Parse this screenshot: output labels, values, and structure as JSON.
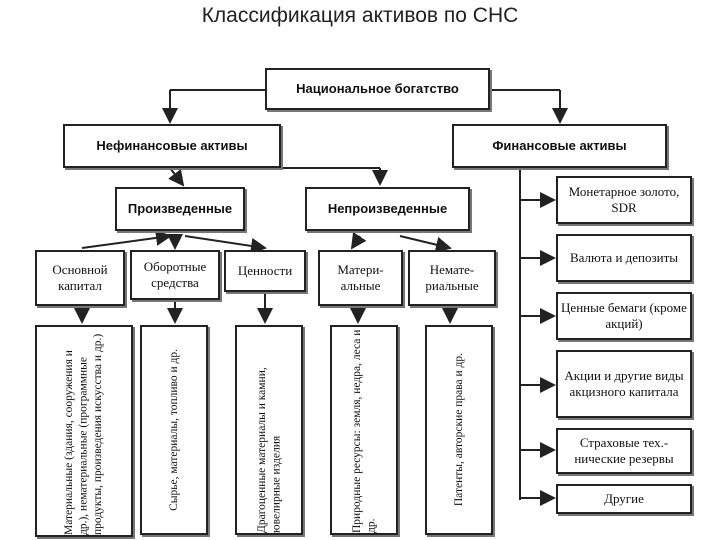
{
  "title": "Классификация активов по СНС",
  "nodes": {
    "national_wealth": "Национальное богатство",
    "nonfinancial": "Нефинансовые активы",
    "financial": "Финансовые активы",
    "produced": "Произведенные",
    "nonproduced": "Непроизведенные",
    "fixed_capital": "Основной капитал",
    "working_capital": "Оборотные средства",
    "valuables": "Ценности",
    "tangible": "Матери-альные",
    "intangible": "Немате-риальные",
    "monetary_gold": "Монетарное золото, SDR",
    "currency": "Валюта и депозиты",
    "securities": "Ценные бемаги (кроме акций)",
    "shares": "Акции и другие виды акцизного капитала",
    "insurance": "Страховые тех.-нические резервы",
    "other": "Другие"
  },
  "details": {
    "fixed_capital": "Материальные (здания, сооружения и др.), нематериальные (программные продукты, произведения искусства и др.)",
    "working_capital": "Сырье, материалы, топливо и др.",
    "valuables": "Драгоценные материалы и камни, ювелирные изделия",
    "tangible": "Природные ресурсы: земля, недра, леса и др.",
    "intangible": "Патенты, авторские права и др."
  }
}
